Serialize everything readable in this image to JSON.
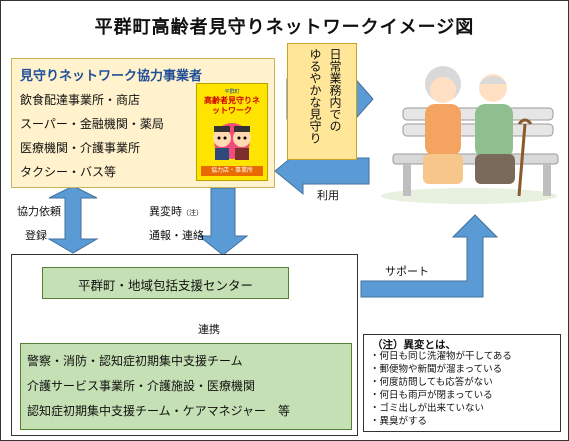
{
  "title": "平群町高齢者見守りネットワークイメージ図",
  "coop": {
    "title": "見守りネットワーク協力事業者",
    "items": [
      "飲食配達事業所・商店",
      "スーパー・金融機関・薬局",
      "医療機関・介護事業所",
      "タクシー・バス等"
    ]
  },
  "poster": {
    "top": "平群町",
    "headline": "高齢者見守りネットワーク",
    "footer": "協力店・事業所"
  },
  "watch": {
    "columns": [
      "日常業務内での",
      "ゆるやかな見守り"
    ]
  },
  "labels": {
    "use": "利用",
    "request": "協力依頼",
    "register": "登録",
    "anomaly": "異変時",
    "note_marker": "（注）",
    "report": "通報・連絡",
    "support": "サポート",
    "link": "連携"
  },
  "center": {
    "name": "平群町・地域包括支援センター"
  },
  "orgs": {
    "items": [
      "警察・消防・認知症初期集中支援チーム",
      "介護サービス事業所・介護施設・医療機関",
      "認知症初期集中支援チーム・ケアマネジャー　等"
    ]
  },
  "note": {
    "title": "（注）異変とは、",
    "items": [
      "・何日も同じ洗濯物が干してある",
      "・郵便物や新聞が溜まっている",
      "・何度訪問しても応答がない",
      "・何日も雨戸が閉まっている",
      "・ゴミ出しが出来ていない",
      "・異臭がする"
    ]
  },
  "colors": {
    "arrow": "#5b9bd5",
    "coop_bg": "#fff2cc",
    "green_bg": "#c5e0b4",
    "watch_bg": "#ffe699",
    "title_blue": "#1f4e9a"
  }
}
